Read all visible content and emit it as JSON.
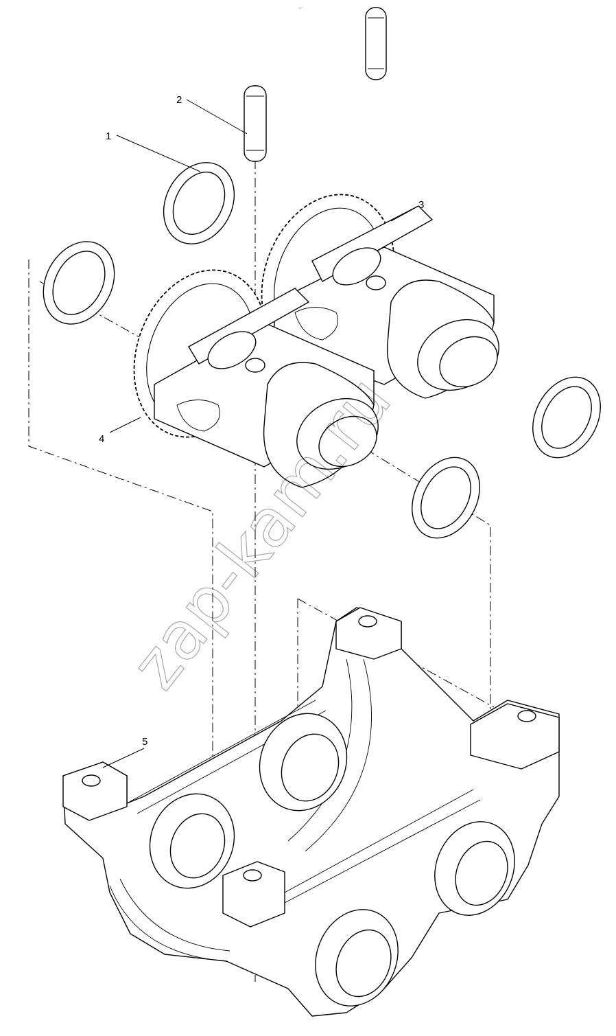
{
  "diagram": {
    "callouts": [
      {
        "id": "1",
        "label": "1"
      },
      {
        "id": "2",
        "label": "2"
      },
      {
        "id": "3",
        "label": "3"
      },
      {
        "id": "4",
        "label": "4"
      },
      {
        "id": "5",
        "label": "5"
      }
    ],
    "watermark": "zap-kam.ru",
    "corner_mark": "„.."
  },
  "colors": {
    "line": "#000000",
    "background": "#ffffff"
  }
}
